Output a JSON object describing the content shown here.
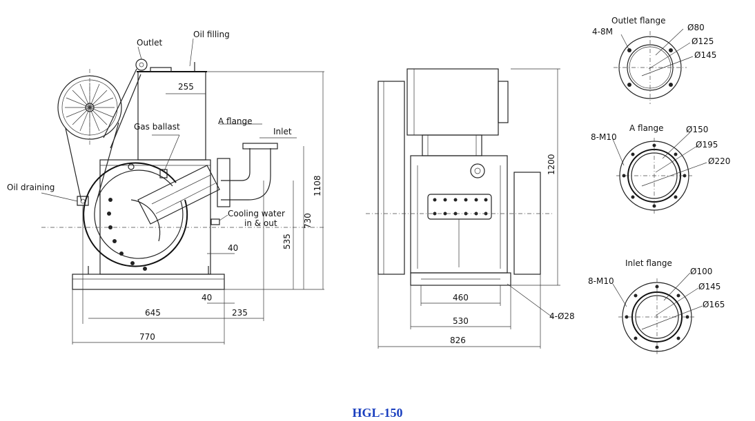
{
  "labels": {
    "outlet": "Outlet",
    "oil_filling": "Oil filling",
    "gas_ballast": "Gas ballast",
    "a_flange": "A flange",
    "inlet": "Inlet",
    "oil_draining": "Oil draining",
    "cooling_water_1": "Cooling water",
    "cooling_water_2": "in & out"
  },
  "side_view_dims": {
    "d255": "255",
    "d1108": "1108",
    "d730": "730",
    "d535": "535",
    "d40_top": "40",
    "d40_bottom": "40",
    "d645": "645",
    "d235": "235",
    "d770": "770"
  },
  "front_view_dims": {
    "d1200": "1200",
    "d460": "460",
    "d530": "530",
    "d826": "826",
    "holes": "4-Ø28"
  },
  "flanges": {
    "outlet": {
      "title": "Outlet flange",
      "bolts": "4-8M",
      "d1": "Ø80",
      "d2": "Ø125",
      "d3": "Ø145"
    },
    "a": {
      "title": "A flange",
      "bolts": "8-M10",
      "d1": "Ø150",
      "d2": "Ø195",
      "d3": "Ø220"
    },
    "inlet": {
      "title": "Inlet flange",
      "bolts": "8-M10",
      "d1": "Ø100",
      "d2": "Ø145",
      "d3": "Ø165"
    }
  },
  "caption": "HGL-150"
}
